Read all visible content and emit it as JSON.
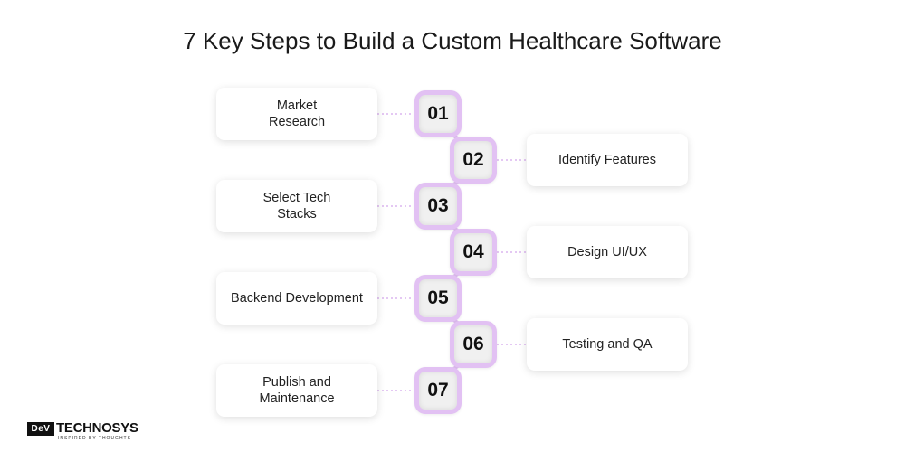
{
  "title": "7 Key Steps to Build a Custom Healthcare Software",
  "colors": {
    "accent_border": "#e2c1f3",
    "connector": "#dcb6ef",
    "badge_fill": "#f0f0f0"
  },
  "steps": [
    {
      "number": "01",
      "label": "Market\nResearch",
      "side": "left"
    },
    {
      "number": "02",
      "label": "Identify Features",
      "side": "right"
    },
    {
      "number": "03",
      "label": "Select Tech\nStacks",
      "side": "left"
    },
    {
      "number": "04",
      "label": "Design UI/UX",
      "side": "right"
    },
    {
      "number": "05",
      "label": "Backend Development",
      "side": "left"
    },
    {
      "number": "06",
      "label": "Testing and QA",
      "side": "right"
    },
    {
      "number": "07",
      "label": "Publish and\nMaintenance",
      "side": "left"
    }
  ],
  "logo": {
    "mark": "DeV",
    "wordmark": "TECHNOSYS",
    "tagline": "INSPIRED BY THOUGHTS"
  }
}
